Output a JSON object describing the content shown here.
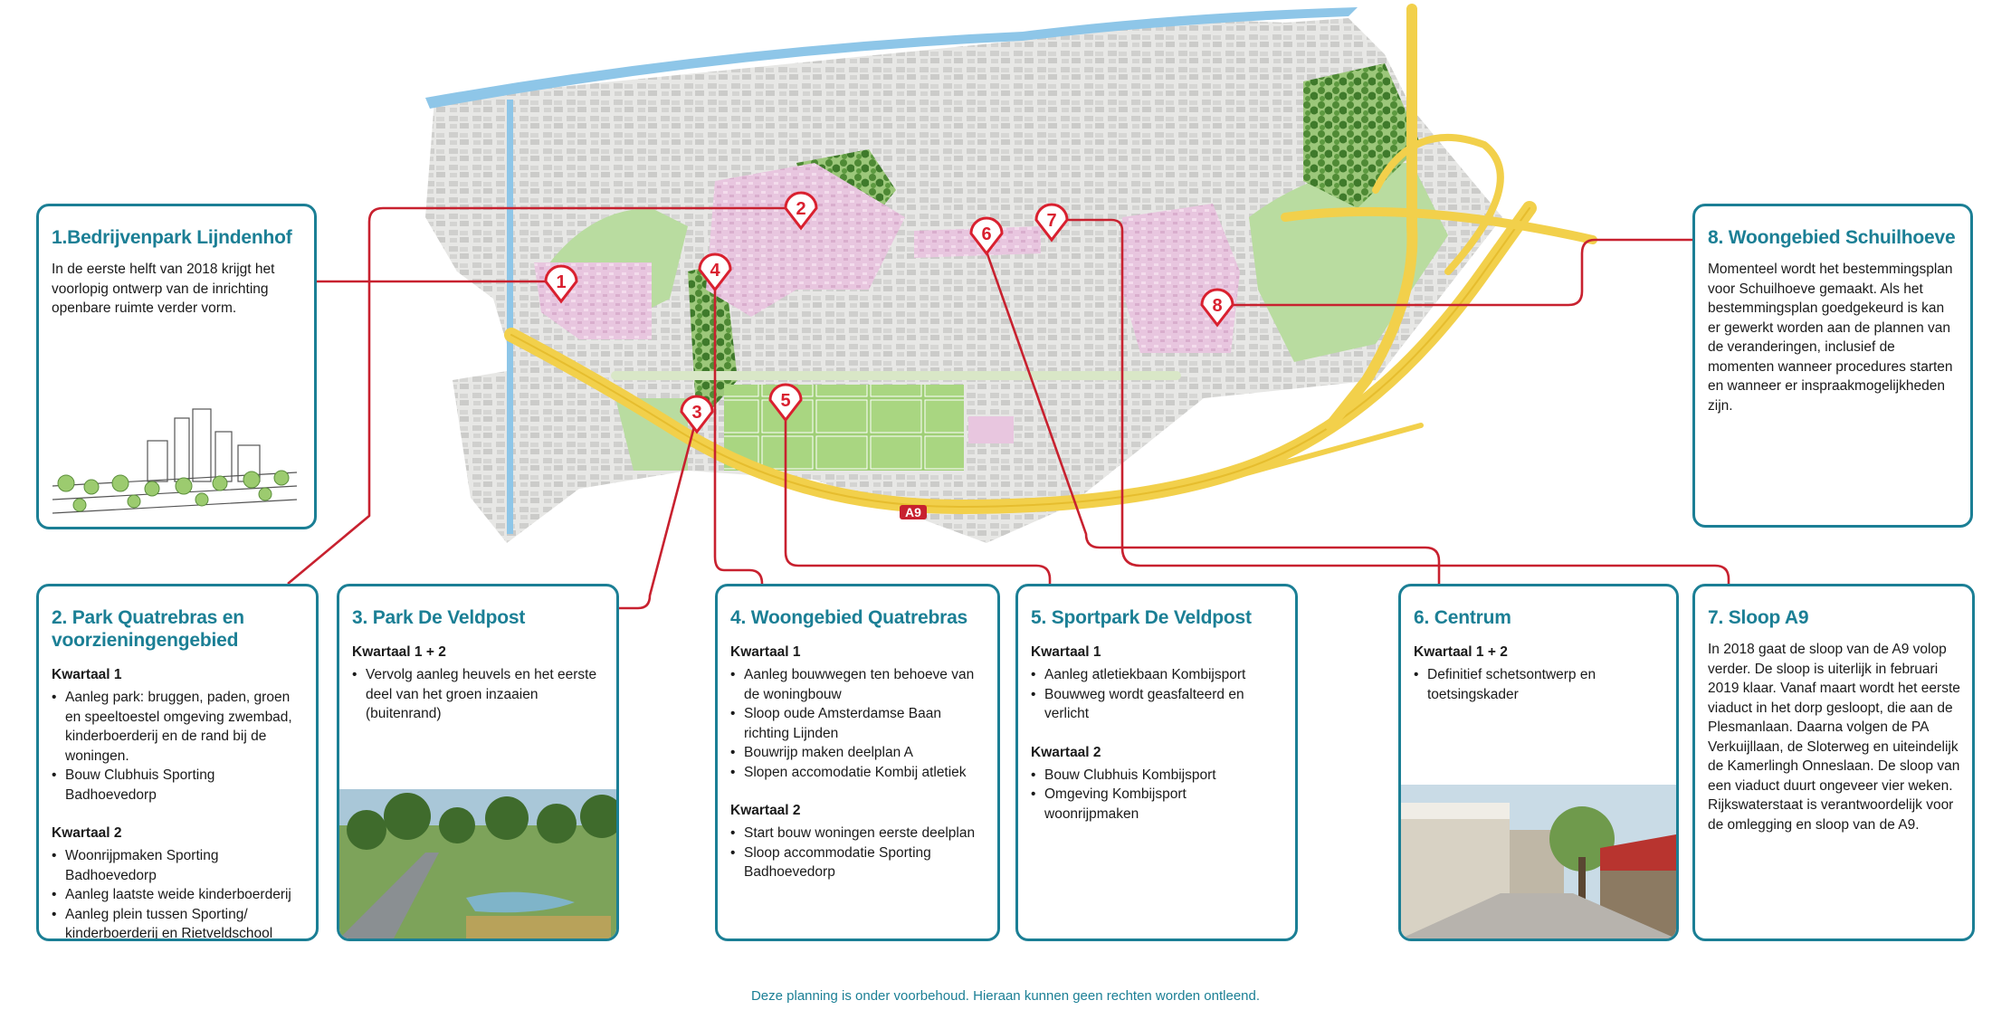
{
  "map": {
    "road_label": "A9",
    "markers": [
      {
        "label": "1"
      },
      {
        "label": "2"
      },
      {
        "label": "3"
      },
      {
        "label": "4"
      },
      {
        "label": "5"
      },
      {
        "label": "6"
      },
      {
        "label": "7"
      },
      {
        "label": "8"
      }
    ]
  },
  "colors": {
    "accent": "#1b7f95",
    "connector": "#c8212f",
    "marker": "#d9202f",
    "housing": "#e8c6df",
    "green": "#6aa84f",
    "water": "#8ec6e8",
    "road": "#f2d04b"
  },
  "panels": {
    "p1": {
      "title": "1.Bedrijvenpark Lijndenhof",
      "text": "In de eerste helft van 2018 krijgt het voorlopig ontwerp van de inrichting openbare ruimte verder vorm."
    },
    "p2": {
      "title": "2. Park Quatrebras en voorzieningengebied",
      "quarters": [
        {
          "heading": "Kwartaal 1",
          "items": [
            "Aanleg park: bruggen, paden, groen en speeltoestel omgeving zwembad, kinderboerderij en de rand bij de woningen.",
            "Bouw Clubhuis Sporting Badhoevedorp"
          ]
        },
        {
          "heading": "Kwartaal 2",
          "items": [
            "Woonrijpmaken Sporting Badhoevedorp",
            "Aanleg laatste weide kinderboerderij",
            "Aanleg plein tussen Sporting/ kinderboerderij en Rietveldschool"
          ]
        }
      ]
    },
    "p3": {
      "title": "3. Park De Veldpost",
      "quarters": [
        {
          "heading": "Kwartaal 1 + 2",
          "items": [
            "Vervolg aanleg heuvels en het eerste deel van het groen inzaaien (buitenrand)"
          ]
        }
      ]
    },
    "p4": {
      "title": "4. Woongebied Quatrebras",
      "quarters": [
        {
          "heading": "Kwartaal 1",
          "items": [
            "Aanleg bouwwegen ten behoeve van de woningbouw",
            "Sloop oude Amsterdamse Baan richting Lijnden",
            "Bouwrijp maken deelplan A",
            "Slopen accomodatie Kombij atletiek"
          ]
        },
        {
          "heading": "Kwartaal 2",
          "items": [
            "Start bouw woningen eerste deelplan",
            "Sloop accommodatie Sporting Badhoevedorp"
          ]
        }
      ]
    },
    "p5": {
      "title": "5. Sportpark De Veldpost",
      "quarters": [
        {
          "heading": "Kwartaal 1",
          "items": [
            "Aanleg atletiekbaan Kombijsport",
            "Bouwweg wordt geasfalteerd en verlicht"
          ]
        },
        {
          "heading": "Kwartaal 2",
          "items": [
            "Bouw Clubhuis Kombijsport",
            "Omgeving Kombijsport woonrijpmaken"
          ]
        }
      ]
    },
    "p6": {
      "title": "6. Centrum",
      "quarters": [
        {
          "heading": "Kwartaal 1 + 2",
          "items": [
            "Definitief schetsontwerp en toetsingskader"
          ]
        }
      ]
    },
    "p7": {
      "title": "7. Sloop A9",
      "text": "In 2018 gaat de sloop van de A9 volop verder. De sloop is uiterlijk in februari 2019 klaar. Vanaf maart wordt het eerste viaduct in het dorp gesloopt, die aan de Plesmanlaan. Daarna volgen de PA Verkuijllaan, de Sloterweg en uiteindelijk de Kamerlingh Onneslaan. De sloop van een viaduct duurt ongeveer vier weken. Rijkswaterstaat is verantwoordelijk voor de omlegging en sloop van de A9."
    },
    "p8": {
      "title": "8. Woongebied Schuilhoeve",
      "text": "Momenteel wordt het bestemmingsplan voor Schuilhoeve gemaakt. Als het bestemmingsplan goedgekeurd is kan er gewerkt worden aan de plannen van de veranderingen, inclusief de momenten wanneer procedures starten en wanneer er inspraakmogelijkheden zijn."
    }
  },
  "footer": {
    "disclaimer": "Deze planning is onder voorbehoud. Hieraan kunnen geen rechten worden ontleend."
  }
}
